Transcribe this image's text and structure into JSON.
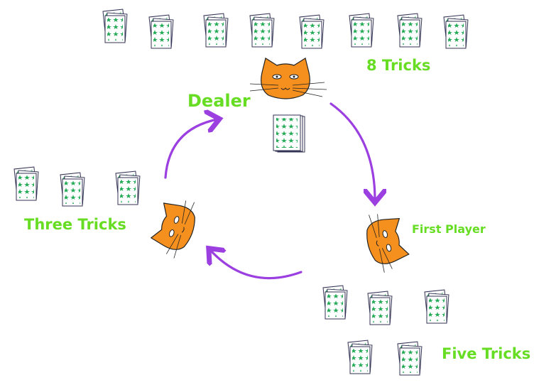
{
  "labels": {
    "dealer": "Dealer",
    "first_player": "First Player",
    "dealer_tricks": "8 Tricks",
    "left_tricks": "Three Tricks",
    "first_player_tricks": "Five Tricks"
  },
  "tricks": {
    "dealer": 8,
    "left_player": 3,
    "first_player": 5
  },
  "colors": {
    "label": "#66dd22",
    "arrow": "#9b3fe0",
    "cat": "#f5901e",
    "card_outline": "#333355",
    "card_star": "#22aa55",
    "card_star_alt": "#6655cc"
  },
  "icons": {
    "cat_face": "cat-face-icon",
    "card": "card-stack-icon",
    "arrow": "curved-arrow-icon"
  }
}
